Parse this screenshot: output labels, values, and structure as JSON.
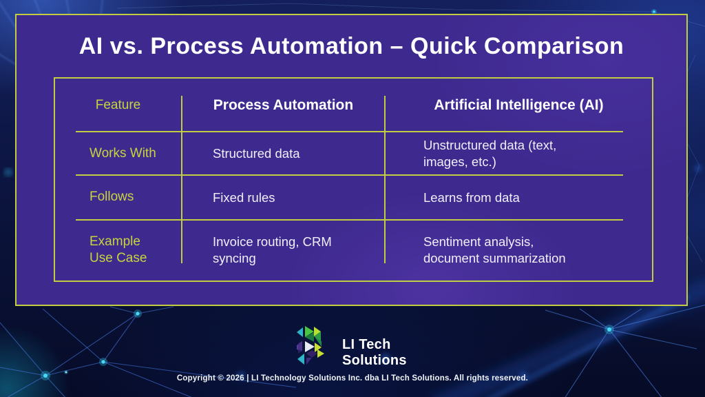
{
  "title": "AI vs. Process Automation – Quick Comparison",
  "table": {
    "headers": [
      "Feature",
      "Process Automation",
      "Artificial Intelligence (AI)"
    ],
    "rows": [
      {
        "feature": "Works With",
        "automation": "Structured data",
        "ai": "Unstructured data (text,\nimages, etc.)"
      },
      {
        "feature": "Follows",
        "automation": "Fixed rules",
        "ai": "Learns from data"
      },
      {
        "feature": "Example\nUse Case",
        "automation": "Invoice routing, CRM\nsyncing",
        "ai": "Sentiment analysis,\ndocument summarization"
      }
    ]
  },
  "footer": {
    "logo_text_line1": "LI Tech",
    "logo_text_line2": "Solutions",
    "copyright": "Copyright © 2026 | LI Technology Solutions Inc. dba LI Tech Solutions. All rights reserved."
  },
  "colors": {
    "accent_border": "#c2ce3f",
    "panel_background": "#3e2a8f",
    "feature_text": "#c8d43e",
    "cell_text": "#f1effa",
    "background_navy": "#0a1238",
    "node_glow_cyan": "#35d8f8"
  },
  "icons": {
    "logo_mark": "li-tech-logo-mark"
  }
}
